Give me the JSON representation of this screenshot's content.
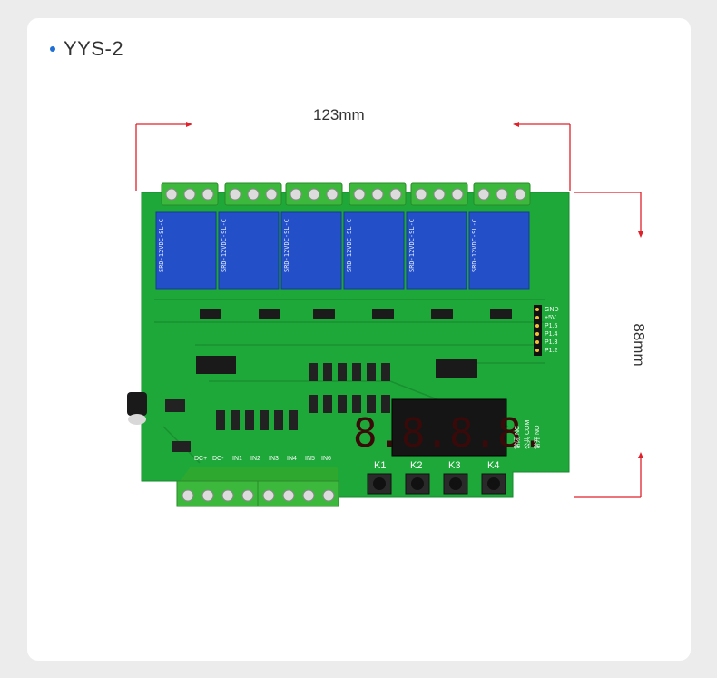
{
  "header": {
    "title": "YYS-2"
  },
  "dimensions": {
    "width_label": "123mm",
    "height_label": "88mm"
  },
  "board": {
    "input_labels": [
      "DC+",
      "DC-",
      "IN1",
      "IN2",
      "IN3",
      "IN4",
      "IN5",
      "IN6"
    ],
    "button_labels": [
      "K1",
      "K2",
      "K3",
      "K4"
    ],
    "header_pins": [
      "GND",
      "+5V",
      "P1.5",
      "P1.4",
      "P1.3",
      "P1.2"
    ],
    "relay_text": "SRD-12VDC-SL-C",
    "display_value": "8.8.8.8.",
    "contact_labels": [
      "常闭 NC",
      "公共 COM",
      "常开 NO"
    ]
  },
  "colors": {
    "pcb": "#1fa83a",
    "relay": "#2350c8",
    "terminal": "#3cb83c",
    "arrow": "#e0202a",
    "accent": "#1f6fd6"
  }
}
